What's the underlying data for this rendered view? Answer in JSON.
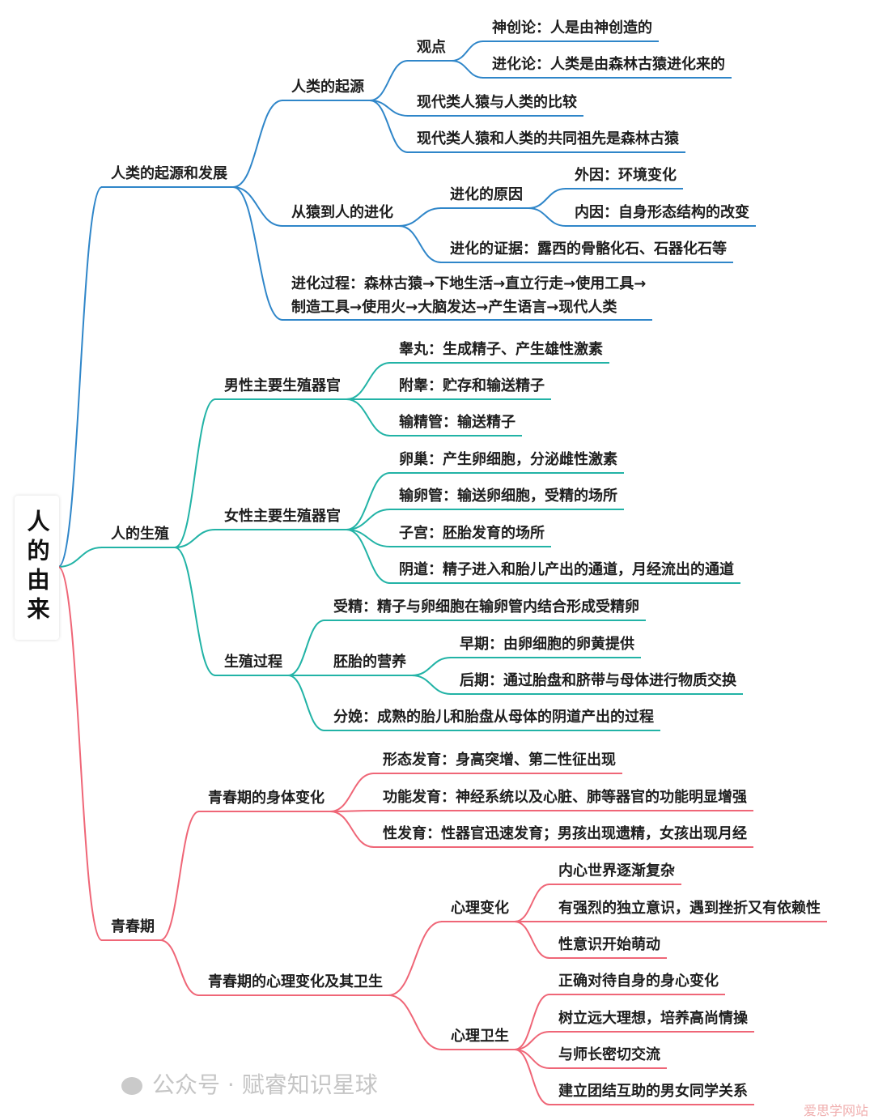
{
  "root_title": "人的由来",
  "colors": {
    "blue": "#2f86c9",
    "teal": "#22b3a6",
    "red": "#ef6677"
  },
  "branches": [
    {
      "label": "人类的起源和发展",
      "children": [
        {
          "label": "人类的起源",
          "children": [
            {
              "label": "观点",
              "children": [
                {
                  "label": "神创论：人是由神创造的"
                },
                {
                  "label": "进化论：人类是由森林古猿进化来的"
                }
              ]
            },
            {
              "label": "现代类人猿与人类的比较"
            },
            {
              "label": "现代类人猿和人类的共同祖先是森林古猿"
            }
          ]
        },
        {
          "label": "从猿到人的进化",
          "children": [
            {
              "label": "进化的原因",
              "children": [
                {
                  "label": "外因：环境变化"
                },
                {
                  "label": "内因：自身形态结构的改变"
                }
              ]
            },
            {
              "label": "进化的证据：露西的骨骼化石、石器化石等"
            }
          ]
        },
        {
          "lines": [
            "进化过程：森林古猿→下地生活→直立行走→使用工具→",
            "制造工具→使用火→大脑发达→产生语言→现代人类"
          ]
        }
      ]
    },
    {
      "label": "人的生殖",
      "children": [
        {
          "label": "男性主要生殖器官",
          "children": [
            {
              "label": "睾丸：生成精子、产生雄性激素"
            },
            {
              "label": "附睾：贮存和输送精子"
            },
            {
              "label": "输精管：输送精子"
            }
          ]
        },
        {
          "label": "女性主要生殖器官",
          "children": [
            {
              "label": "卵巢：产生卵细胞，分泌雌性激素"
            },
            {
              "label": "输卵管：输送卵细胞，受精的场所"
            },
            {
              "label": "子宫：胚胎发育的场所"
            },
            {
              "label": "阴道：精子进入和胎儿产出的通道，月经流出的通道"
            }
          ]
        },
        {
          "label": "生殖过程",
          "children": [
            {
              "label": "受精：精子与卵细胞在输卵管内结合形成受精卵"
            },
            {
              "label": "胚胎的营养",
              "children": [
                {
                  "label": "早期：由卵细胞的卵黄提供"
                },
                {
                  "label": "后期：通过胎盘和脐带与母体进行物质交换"
                }
              ]
            },
            {
              "label": "分娩：成熟的胎儿和胎盘从母体的阴道产出的过程"
            }
          ]
        }
      ]
    },
    {
      "label": "青春期",
      "children": [
        {
          "label": "青春期的身体变化",
          "children": [
            {
              "label": "形态发育：身高突增、第二性征出现"
            },
            {
              "label": "功能发育：神经系统以及心脏、肺等器官的功能明显增强"
            },
            {
              "label": "性发育：性器官迅速发育；男孩出现遗精，女孩出现月经"
            }
          ]
        },
        {
          "label": "青春期的心理变化及其卫生",
          "children": [
            {
              "label": "心理变化",
              "children": [
                {
                  "label": "内心世界逐渐复杂"
                },
                {
                  "label": "有强烈的独立意识，遇到挫折又有依赖性"
                },
                {
                  "label": "性意识开始萌动"
                }
              ]
            },
            {
              "label": "心理卫生",
              "children": [
                {
                  "label": "正确对待自身的身心变化"
                },
                {
                  "label": "树立远大理想，培养高尚情操"
                },
                {
                  "label": "与师长密切交流"
                },
                {
                  "label": "建立团结互助的男女同学关系"
                }
              ]
            }
          ]
        }
      ]
    }
  ],
  "watermark": "公众号 · 赋睿知识星球",
  "site_mark": "爱思学网站"
}
